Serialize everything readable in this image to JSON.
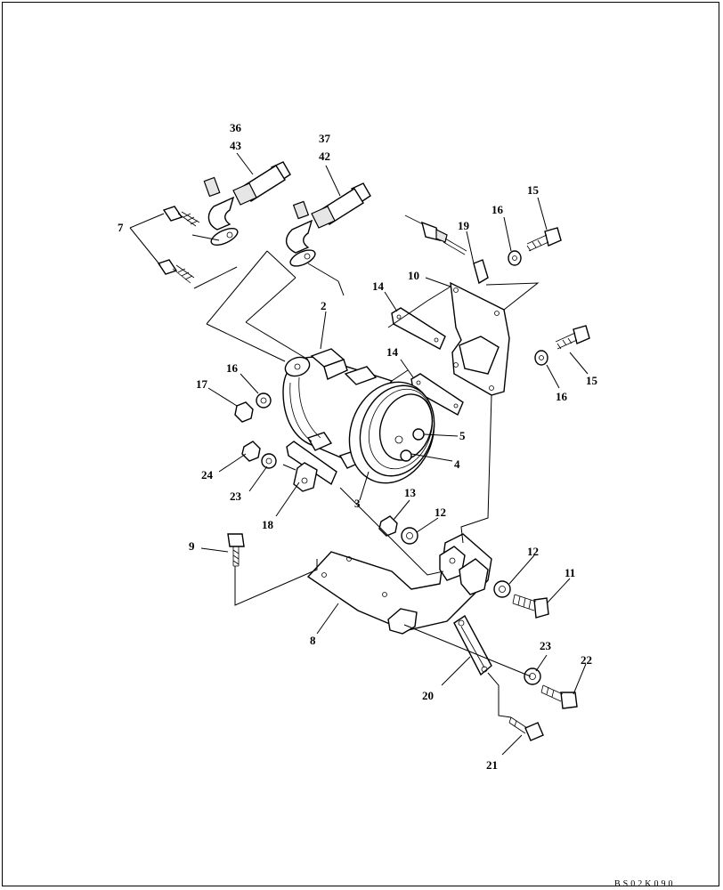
{
  "diagram": {
    "drawing_code": "BS02K090",
    "callouts": {
      "c36": "36",
      "c43": "43",
      "c37": "37",
      "c42": "42",
      "c7": "7",
      "c2": "2",
      "c19": "19",
      "c16a": "16",
      "c15a": "15",
      "c10": "10",
      "c14a": "14",
      "c14b": "14",
      "c16b": "16",
      "c17": "17",
      "c15b": "15",
      "c16c": "16",
      "c5": "5",
      "c4": "4",
      "c24": "24",
      "c23a": "23",
      "c18": "18",
      "c3": "3",
      "c13": "13",
      "c12a": "12",
      "c9": "9",
      "c12b": "12",
      "c11": "11",
      "c8": "8",
      "c23b": "23",
      "c22": "22",
      "c20": "20",
      "c21": "21"
    }
  }
}
